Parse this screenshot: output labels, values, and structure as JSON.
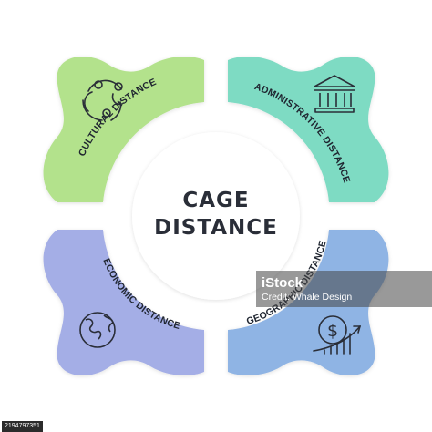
{
  "center": {
    "line1": "CAGE",
    "line2": "DISTANCE"
  },
  "quadrants": [
    {
      "label": "CULTURAL DISTANCE",
      "icon": "people-circle-icon",
      "color": "#b3e28c"
    },
    {
      "label": "ADMINISTRATIVE DISTANCE",
      "icon": "government-building-icon",
      "color": "#7edbc3"
    },
    {
      "label": "ECONOMIC DISTANCE",
      "icon": "globe-icon",
      "color": "#a4aee6"
    },
    {
      "label": "GEOGRAPHIC DISTANCE",
      "icon": "dollar-growth-icon",
      "color": "#8fb4e4"
    }
  ],
  "watermark": {
    "mark": "iStock",
    "credit": "Credit: Whale Design"
  },
  "stock_id": "2194797351"
}
